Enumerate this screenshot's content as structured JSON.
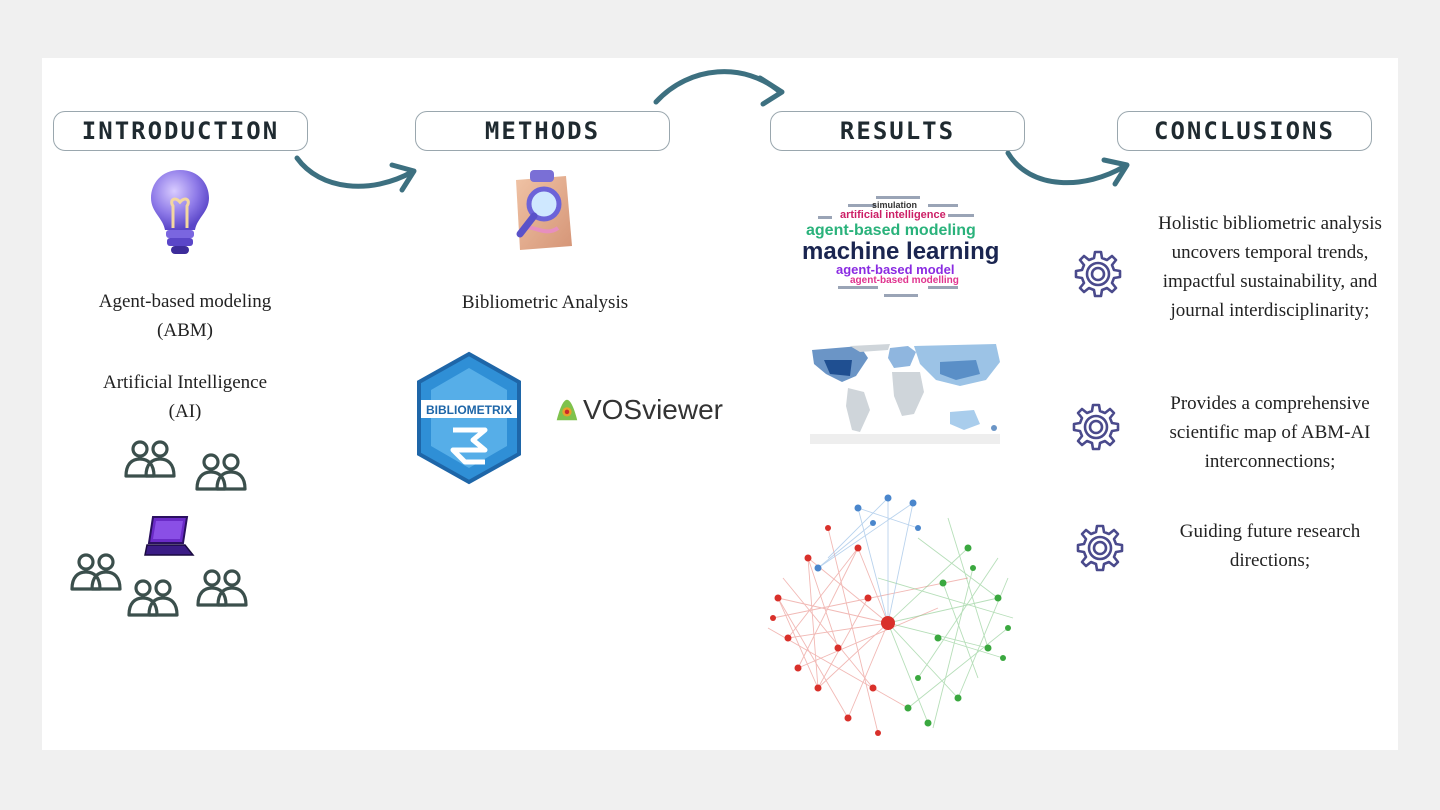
{
  "sections": {
    "introduction": "INTRODUCTION",
    "methods": "METHODS",
    "results": "RESULTS",
    "conclusions": "CONCLUSIONS"
  },
  "introduction": {
    "abm_line1": "Agent-based modeling",
    "abm_line2": "(ABM)",
    "ai_line1": "Artificial Intelligence",
    "ai_line2": "(AI)"
  },
  "methods": {
    "label": "Bibliometric Analysis",
    "tool1": "BIBLIOMETRIX",
    "tool2": "VOSviewer"
  },
  "results": {
    "wordcloud": [
      {
        "text": "simulation",
        "color": "#333333"
      },
      {
        "text": "artificial intelligence",
        "color": "#cc1f66"
      },
      {
        "text": "agent-based modeling",
        "color": "#2ab27b"
      },
      {
        "text": "machine learning",
        "color": "#1a2550"
      },
      {
        "text": "agent-based model",
        "color": "#8a2be2"
      },
      {
        "text": "agent-based modelling",
        "color": "#e0338f"
      }
    ]
  },
  "conclusions": {
    "c1": [
      "Holistic bibliometric analysis",
      "uncovers temporal trends,",
      "impactful sustainability, and",
      "journal interdisciplinarity;"
    ],
    "c2": [
      "Provides a comprehensive",
      "scientific map of ABM-AI",
      "interconnections;"
    ],
    "c3": [
      "Guiding future research",
      "directions;"
    ]
  },
  "colors": {
    "arrow": "#3d7080",
    "people": "#3b4f4c",
    "gear": "#4a4a8c",
    "bibliometrix": "#2f8fd6"
  }
}
